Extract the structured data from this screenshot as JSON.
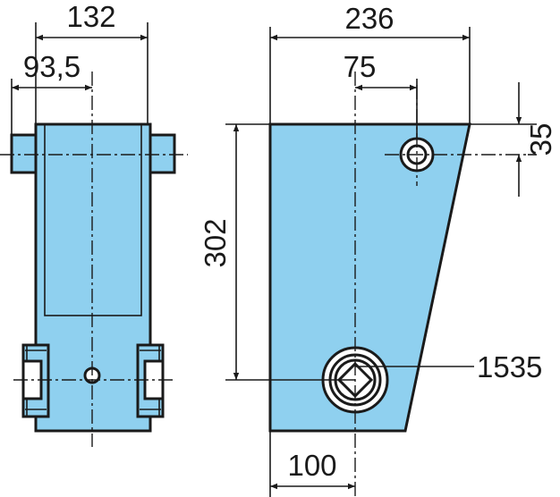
{
  "colors": {
    "fill": "#8fd0ef",
    "line": "#1a1a1a",
    "background": "#ffffff"
  },
  "dimensions": {
    "width_overall": "132",
    "width_half": "93,5",
    "width_right": "236",
    "hole_offset": "75",
    "hole_vertical": "35",
    "height": "302",
    "part_label": "1535",
    "bottom_offset": "100"
  }
}
